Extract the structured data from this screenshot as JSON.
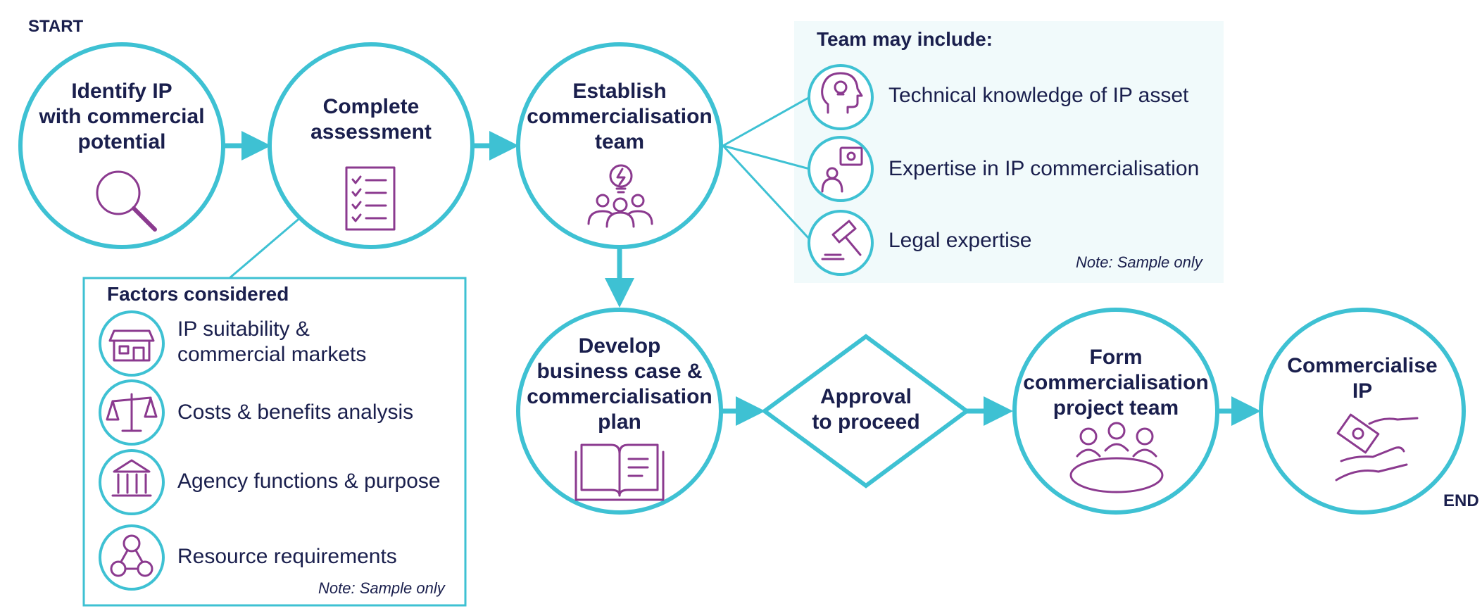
{
  "markers": {
    "start": "START",
    "end": "END"
  },
  "steps": {
    "identify": "Identify IP\nwith commercial\npotential",
    "assessment": "Complete\nassessment",
    "establish": "Establish\ncommercialisation\nteam",
    "develop": "Develop\nbusiness case &\ncommercialisation\nplan",
    "approval": "Approval\nto proceed",
    "form": "Form\ncommercialisation\nproject team",
    "commercialise": "Commercialise\nIP"
  },
  "team_box": {
    "title": "Team may include:",
    "items": [
      "Technical knowledge of IP asset",
      "Expertise in IP commercialisation",
      "Legal expertise"
    ],
    "note": "Note: Sample only"
  },
  "factors_box": {
    "title": "Factors considered",
    "items": [
      "IP suitability &\ncommercial markets",
      "Costs & benefits analysis",
      "Agency functions & purpose",
      "Resource requirements"
    ],
    "note": "Note: Sample only"
  },
  "colors": {
    "teal": "#3ec1d3",
    "purple": "#8b3a8f",
    "navy": "#1a1f4d",
    "panel": "#f1fafb"
  },
  "icons": {
    "identify": "magnifier-icon",
    "assessment": "checklist-icon",
    "establish": "team-lightning-icon",
    "develop": "open-book-icon",
    "form": "meeting-table-icon",
    "commercialise": "money-hand-icon",
    "team_items": [
      "head-lightbulb-icon",
      "person-idea-bubble-icon",
      "gavel-icon"
    ],
    "factor_items": [
      "storefront-icon",
      "scales-icon",
      "government-building-icon",
      "network-people-icon"
    ]
  }
}
